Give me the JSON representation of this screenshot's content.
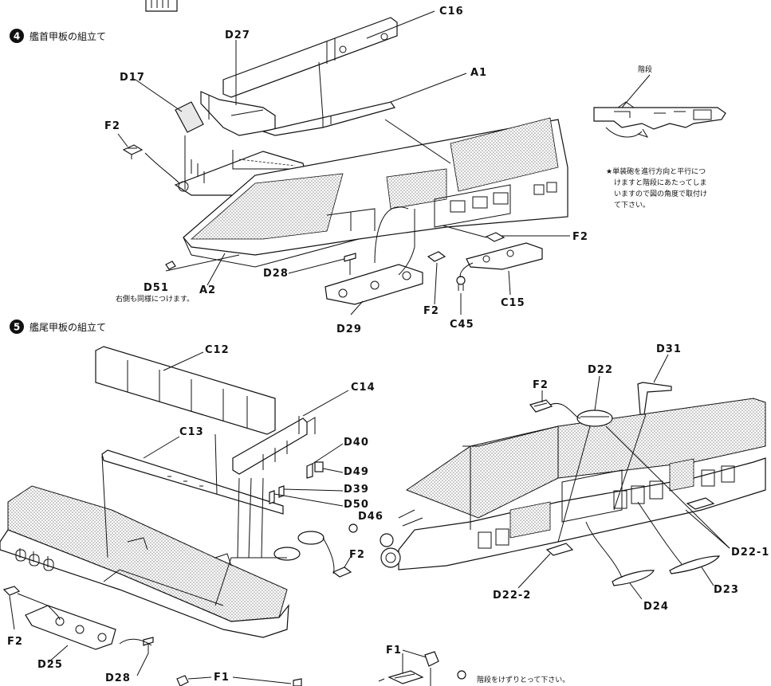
{
  "sections": [
    {
      "number": "4",
      "title": "艦首甲板の組立て"
    },
    {
      "number": "5",
      "title": "艦尾甲板の組立て"
    }
  ],
  "labels": {
    "C16": "C16",
    "D27": "D27",
    "A1": "A1",
    "D17": "D17",
    "F2_a": "F2",
    "F2_b": "F2",
    "F2_c": "F2",
    "D51": "D51",
    "A2": "A2",
    "D28_a": "D28",
    "C15": "C15",
    "C45": "C45",
    "D29": "D29",
    "C12": "C12",
    "C14": "C14",
    "C13": "C13",
    "D40": "D40",
    "D49": "D49",
    "D39": "D39",
    "D50": "D50",
    "D46": "D46",
    "F2_d": "F2",
    "F2_e": "F2",
    "D25": "D25",
    "D28_b": "D28",
    "F1_a": "F1",
    "D22": "D22",
    "D31": "D31",
    "F2_f": "F2",
    "D22_1": "D22-1",
    "D22_2": "D22-2",
    "D24": "D24",
    "D23": "D23",
    "F1_b": "F1"
  },
  "notes": {
    "both_sides": "右側も同様につけます。",
    "stairs_label": "階段",
    "gun_note": [
      "★単装砲を進行方向と平行につ",
      "けますと階段にあたってしま",
      "いますので図の角度で取付け",
      "て下さい。"
    ],
    "stairs_cut": "階段をけずりとって下さい。"
  },
  "colors": {
    "line": "#111111",
    "background": "#ffffff",
    "hatch": "#bdbdbd"
  }
}
